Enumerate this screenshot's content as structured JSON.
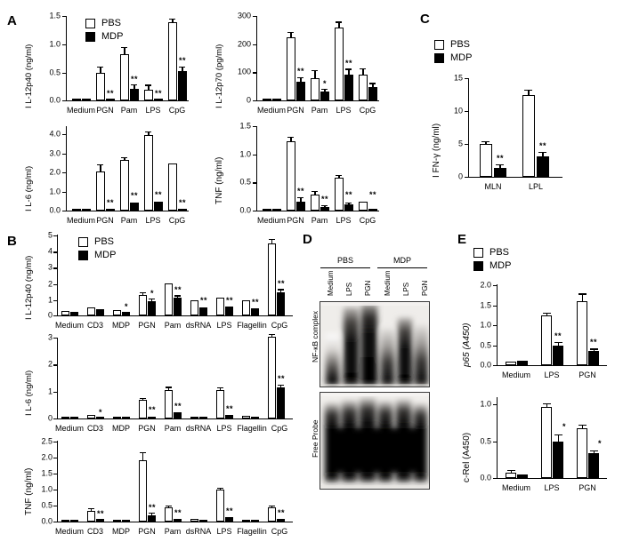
{
  "figure": {
    "panels": [
      "A",
      "B",
      "C",
      "D",
      "E"
    ],
    "legend": {
      "pbs": "PBS",
      "mdp": "MDP"
    }
  },
  "chart_data": [
    {
      "id": "A1",
      "panel": "A",
      "type": "bar",
      "title": "",
      "ylabel": "I L-12p40 (ng/ml)",
      "xlabel": "",
      "categories": [
        "Medium",
        "PGN",
        "Pam",
        "LPS",
        "CpG"
      ],
      "ylim": [
        0,
        1.5
      ],
      "yticks": [
        0.0,
        0.5,
        1.0,
        1.5
      ],
      "yticklabels": [
        "0.0",
        "0.5",
        "1.0",
        "1.5"
      ],
      "series": [
        {
          "name": "PBS",
          "values": [
            0.01,
            0.48,
            0.8,
            0.18,
            1.37
          ],
          "errors": [
            0.0,
            0.03,
            0.06,
            0.03,
            0.02
          ]
        },
        {
          "name": "MDP",
          "values": [
            0.0,
            0.01,
            0.2,
            0.0,
            0.51
          ],
          "errors": [
            0.0,
            0.0,
            0.03,
            0.0,
            0.03
          ]
        }
      ],
      "significance": [
        "",
        "**",
        "**",
        "**",
        "**"
      ]
    },
    {
      "id": "A2",
      "panel": "A",
      "type": "bar",
      "title": "",
      "ylabel": "I L-12p70 (pg/ml)",
      "xlabel": "",
      "categories": [
        "Medium",
        "PGN",
        "Pam",
        "LPS",
        "CpG"
      ],
      "ylim": [
        0,
        300
      ],
      "yticks": [
        0,
        100,
        200,
        300
      ],
      "yticklabels": [
        "0",
        "100",
        "200",
        "300"
      ],
      "series": [
        {
          "name": "PBS",
          "values": [
            0,
            222,
            79,
            257,
            89
          ],
          "errors": [
            0,
            17,
            24,
            18,
            20
          ]
        },
        {
          "name": "MDP",
          "values": [
            0,
            64,
            30,
            92,
            46
          ],
          "errors": [
            0,
            14,
            5,
            16,
            11
          ]
        }
      ],
      "significance": [
        "",
        "**",
        "*",
        "**",
        ""
      ]
    },
    {
      "id": "A3",
      "panel": "A",
      "type": "bar",
      "title": "",
      "ylabel": "I L-6 (ng/ml)",
      "xlabel": "",
      "categories": [
        "Medium",
        "PGN",
        "Pam",
        "LPS",
        "CpG"
      ],
      "ylim": [
        0,
        4.5
      ],
      "yticks": [
        0.0,
        1.0,
        2.0,
        3.0,
        4.0
      ],
      "yticklabels": [
        "0.0",
        "1.0",
        "2.0",
        "3.0",
        "4.0"
      ],
      "series": [
        {
          "name": "PBS",
          "values": [
            0.01,
            2.01,
            2.62,
            3.94,
            2.46
          ],
          "errors": [
            0.0,
            0.33,
            0.06,
            0.07,
            0.02
          ]
        },
        {
          "name": "MDP",
          "values": [
            0.0,
            0.05,
            0.41,
            0.47,
            0.03
          ],
          "errors": [
            0.0,
            0.0,
            0.02,
            0.03,
            0.0
          ]
        }
      ],
      "significance": [
        "",
        "**",
        "**",
        "**",
        "**"
      ]
    },
    {
      "id": "A4",
      "panel": "A",
      "type": "bar",
      "title": "",
      "ylabel": "TNF (ng/ml)",
      "xlabel": "",
      "categories": [
        "Medium",
        "PGN",
        "Pam",
        "LPS",
        "CpG"
      ],
      "ylim": [
        0,
        1.5
      ],
      "yticks": [
        0.0,
        0.5,
        1.0,
        1.5
      ],
      "yticklabels": [
        "0.0",
        "0.5",
        "1.0",
        "1.5"
      ],
      "series": [
        {
          "name": "PBS",
          "values": [
            0.02,
            1.23,
            0.28,
            0.58,
            0.15
          ],
          "errors": [
            0.0,
            0.05,
            0.04,
            0.02,
            0.01
          ]
        },
        {
          "name": "MDP",
          "values": [
            0.0,
            0.16,
            0.05,
            0.1,
            0.01
          ],
          "errors": [
            0.0,
            0.05,
            0.02,
            0.02,
            0.0
          ]
        }
      ],
      "significance": [
        "",
        "**",
        "**",
        "**",
        "**"
      ]
    },
    {
      "id": "B1",
      "panel": "B",
      "type": "bar",
      "title": "",
      "ylabel": "I L-12p40 (ng/ml)",
      "xlabel": "",
      "categories": [
        "Medium",
        "CD3",
        "MDP",
        "PGN",
        "Pam",
        "dsRNA",
        "LPS",
        "Flagellin",
        "CpG"
      ],
      "ylim": [
        0,
        5
      ],
      "yticks": [
        0,
        1,
        2,
        3,
        4,
        5
      ],
      "yticklabels": [
        "0",
        "1",
        "2",
        "3",
        "4",
        "5"
      ],
      "series": [
        {
          "name": "PBS",
          "values": [
            0.27,
            0.47,
            0.3,
            1.24,
            1.96,
            0.93,
            1.1,
            0.9,
            4.42
          ],
          "errors": [
            0.03,
            0.04,
            0.03,
            0.07,
            0.04,
            0.05,
            0.03,
            0.03,
            0.12
          ]
        },
        {
          "name": "MDP",
          "values": [
            0.2,
            0.39,
            0.19,
            0.84,
            1.06,
            0.5,
            0.52,
            0.4,
            1.4
          ],
          "errors": [
            0.02,
            0.03,
            0.02,
            0.06,
            0.05,
            0.04,
            0.03,
            0.03,
            0.08
          ]
        }
      ],
      "significance": [
        "",
        "",
        "*",
        "*",
        "**",
        "**",
        "**",
        "**",
        "**"
      ]
    },
    {
      "id": "B2",
      "panel": "B",
      "type": "bar",
      "title": "",
      "ylabel": "I L-6 (ng/ml)",
      "xlabel": "",
      "categories": [
        "Medium",
        "CD3",
        "MDP",
        "PGN",
        "Pam",
        "dsRNA",
        "LPS",
        "Flagellin",
        "CpG"
      ],
      "ylim": [
        0,
        3.4
      ],
      "yticks": [
        0,
        1,
        2,
        3
      ],
      "yticklabels": [
        "0",
        "1",
        "2",
        "3"
      ],
      "series": [
        {
          "name": "PBS",
          "values": [
            0.03,
            0.13,
            0.01,
            0.67,
            1.04,
            0.04,
            1.06,
            0.09,
            3.01
          ],
          "errors": [
            0.0,
            0.02,
            0.0,
            0.03,
            0.06,
            0.0,
            0.06,
            0.01,
            0.08
          ]
        },
        {
          "name": "MDP",
          "values": [
            0.01,
            0.01,
            0.0,
            0.07,
            0.23,
            0.0,
            0.12,
            0.03,
            1.14
          ],
          "errors": [
            0.0,
            0.0,
            0.0,
            0.01,
            0.03,
            0.0,
            0.03,
            0.0,
            0.06
          ]
        }
      ],
      "significance": [
        "",
        "*",
        "",
        "**",
        "**",
        "",
        "**",
        "",
        "**"
      ]
    },
    {
      "id": "B3",
      "panel": "B",
      "type": "bar",
      "title": "",
      "ylabel": "TNF (ng/ml)",
      "xlabel": "",
      "categories": [
        "Medium",
        "CD3",
        "MDP",
        "PGN",
        "Pam",
        "dsRNA",
        "LPS",
        "Flagellin",
        "CpG"
      ],
      "ylim": [
        0,
        2.5
      ],
      "yticks": [
        0.0,
        0.5,
        1.0,
        1.5,
        2.0,
        2.5
      ],
      "yticklabels": [
        "0.0",
        "0.5",
        "1.0",
        "1.5",
        "2.0",
        "2.5"
      ],
      "series": [
        {
          "name": "PBS",
          "values": [
            0.01,
            0.33,
            0.01,
            1.87,
            0.43,
            0.08,
            0.96,
            0.02,
            0.43
          ],
          "errors": [
            0.0,
            0.03,
            0.0,
            0.21,
            0.03,
            0.01,
            0.03,
            0.0,
            0.03
          ]
        },
        {
          "name": "MDP",
          "values": [
            0.0,
            0.05,
            0.0,
            0.19,
            0.06,
            0.0,
            0.13,
            0.01,
            0.08
          ],
          "errors": [
            0.0,
            0.01,
            0.0,
            0.03,
            0.01,
            0.0,
            0.02,
            0.0,
            0.01
          ]
        }
      ],
      "significance": [
        "",
        "**",
        "",
        "**",
        "**",
        "",
        "**",
        "",
        "**"
      ]
    },
    {
      "id": "C1",
      "panel": "C",
      "type": "bar",
      "title": "",
      "ylabel": "I FN-γ (ng/ml)",
      "xlabel": "",
      "categories": [
        "MLN",
        "LPL"
      ],
      "ylim": [
        0,
        15
      ],
      "yticks": [
        0,
        5,
        10,
        15
      ],
      "yticklabels": [
        "0",
        "5",
        "10",
        "15"
      ],
      "series": [
        {
          "name": "PBS",
          "values": [
            4.9,
            12.4
          ],
          "errors": [
            0.15,
            0.45
          ]
        },
        {
          "name": "MDP",
          "values": [
            1.3,
            3.1
          ],
          "errors": [
            0.2,
            0.25
          ]
        }
      ],
      "significance": [
        "**",
        "**"
      ]
    },
    {
      "id": "E1",
      "panel": "E",
      "type": "bar",
      "title": "",
      "ylabel": "p65 (A450)",
      "xlabel": "",
      "categories": [
        "Medium",
        "LPS",
        "PGN"
      ],
      "ylim": [
        0,
        2.0
      ],
      "yticks": [
        0.0,
        0.5,
        1.0,
        1.5,
        2.0
      ],
      "yticklabels": [
        "0.0",
        "0.5",
        "1.0",
        "1.5",
        "2.0"
      ],
      "series": [
        {
          "name": "PBS",
          "values": [
            0.07,
            1.21,
            1.55
          ],
          "errors": [
            0.01,
            0.02,
            0.17
          ]
        },
        {
          "name": "MDP",
          "values": [
            0.1,
            0.48,
            0.33
          ],
          "errors": [
            0.01,
            0.04,
            0.03
          ]
        }
      ],
      "significance": [
        "",
        "**",
        "**"
      ]
    },
    {
      "id": "E2",
      "panel": "E",
      "type": "bar",
      "title": "",
      "ylabel": "c-Rel (A450)",
      "xlabel": "",
      "categories": [
        "Medium",
        "LPS",
        "PGN"
      ],
      "ylim": [
        0,
        1.1
      ],
      "yticks": [
        0.0,
        0.5,
        1.0
      ],
      "yticklabels": [
        "0.0",
        "0.5",
        "1.0"
      ],
      "series": [
        {
          "name": "PBS",
          "values": [
            0.07,
            0.95,
            0.67
          ],
          "errors": [
            0.01,
            0.04,
            0.03
          ]
        },
        {
          "name": "MDP",
          "values": [
            0.04,
            0.49,
            0.33
          ],
          "errors": [
            0.01,
            0.08,
            0.02
          ]
        }
      ],
      "significance": [
        "",
        "*",
        "*"
      ]
    }
  ],
  "gel": {
    "panel": "D",
    "groups": [
      "PBS",
      "MDP"
    ],
    "lanes": [
      "Medium",
      "LPS",
      "PGN",
      "Medium",
      "LPS",
      "PGN"
    ],
    "rows": [
      "NF-κB complex",
      "Free Probe"
    ]
  }
}
